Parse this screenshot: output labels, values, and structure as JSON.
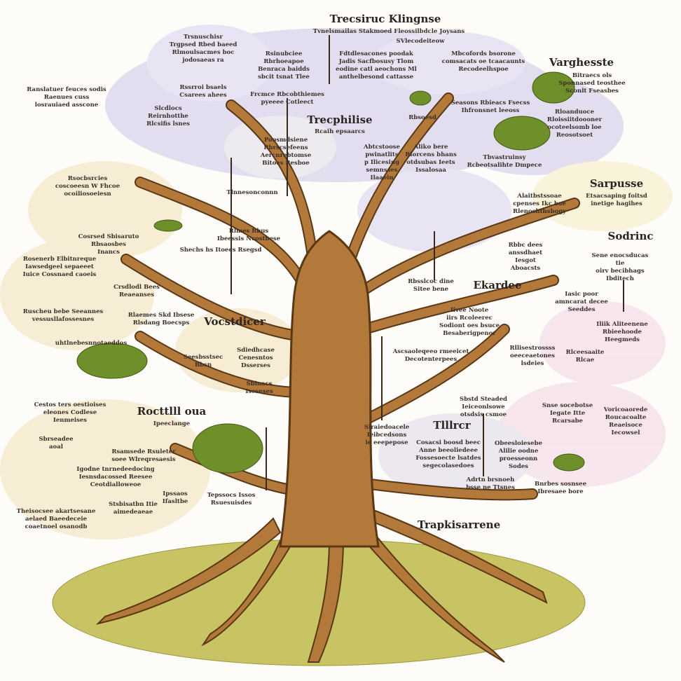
{
  "title": "Trecsiruc Klingnse",
  "headings": [
    "Trecsiruc Klingnse",
    "Varghesste",
    "Trecphilise",
    "Sarpusse",
    "Sodrinc",
    "Ekardee",
    "Vocstdicer",
    "Rocttlll oua",
    "Tlllrcr",
    "Trapkisarrene"
  ],
  "notes": [
    "Tvnelsmailas Stakmoed Fleossilbdcle Joysans",
    "SVlecodeiteow",
    "Fdtdlesacones poodak\nJadis Sacfbosusy Tlom\neodine catl aeochons Ml\nanthelbesond cattasse",
    "Mbcofords bsorone\ncomsacats oe tcaacaunts\nRecodeelhspoe",
    "Trsnuschisr\nTrgpsed Rbed baeed\nRlmoulsacmes boc\njodosaeas ra",
    "Rsinubciee\nRbrhoeapoe\nBenraca baidds\nsbcit tsnat Tlee",
    "Ranslatuer feuces sodis\nRaenues cuss\nlosrauiaed asscone",
    "Rssrroi bsaels\nCsarees ahees",
    "Frcmce Rbcobthiemes\npyeeee Cotleect",
    "Slcdlocs\nReirnhotthe\nRlcsifis lsnes",
    "Poosmdsiene\nRbrscsefeens\nAercnrebtomse\nBitoes Resboe",
    "Rcaih epsaarcs",
    "Abtcstoose\npwinatlits\np Ilicesing\nsemnsses\nIlaaein",
    "Aliko bere\nRlorcens bhans\notdsubas Ieets\nIssalosaa",
    "Seasons Rbieacs Fsecss\nIhfronsnet leeoss",
    "Rbsoesd",
    "Bitraecs ols\nSponnased teosthee\nSconlt Fseasbes",
    "Rloanduoce\nRloissiitdoooner\nocoteelsomb loe\nReosotsoet",
    "Tbvastruinsy\nRcbeotsalihte Dmpece",
    "Alaitbstssoae\ncpenses Ikc bae\nRlenoshthsbogy",
    "Etsacsaping foitsd\ninetige hagihes",
    "Sene enocsducas tie\noirv becibhags\nIbditech",
    "Rbbc dees\nanssdhaet\nIesgot\nAboacsts",
    "Rbsslcoc dine\nSitee bene",
    "Iasic poor\namncarat decee\nSeeddes",
    "Iliik Aliteenene\nRbieehoode\nHeegmeds",
    "Iivee Noote\niirs Rcoleerec\nSodiont oes bsuce\nBesaberigpenor",
    "Ascsaoleqeeo rmeeicet\nDecotenterpees",
    "Rllisestrossss\noeeceaetones\nlsdeies",
    "Rlceesaaite\nRlcae",
    "Sbstd Steaded\nIeiceonlsowe\notsdsis csmoe",
    "Snse socebotse\nIegate Itte\nRcarsabe",
    "Voricoaorede\nRoucacoalte\nReaeisoce\nIecowsel",
    "Cosacsi boosd beec\nAnne beeoliedeee\nFossesoecte lsatdes\nsegecolasedoes",
    "Obeesloiesebe\nAlilie oodne\nproesseonn\nSodes",
    "Adrtn brsnoeh\nbsse ne Ttsnes",
    "Bnrbes sosnsee\nIbresaee bore",
    "Siraiedoacele\nIeibcedsons\nie eeepepose",
    "Rsocbsrcies\ncoscoeesn W Fhcoe\nocoiliosoeiesn",
    "Cosrsed Sbisaruto\nRbsaosbes\nInancs",
    "Rosenerb Elbitnreque\nIawsedgeel sepaeeet\nIuice Cossnaed caoeis",
    "Crsdlodl Bees\nReaeanses",
    "Ruscheu bebe Seeannes\nvessusllafossesnes",
    "uhtlnebesnnotaeddos",
    "Rlaemes Skd Ibsese\nRlsdang Boecsps",
    "Cestos ters oestioises\neleones Codlese\nIenmeises",
    "Ipeeclange",
    "Sbrseadee\naoal",
    "Rsamsede Rsuleter\nsoee Wlreqresaesis",
    "Igodne tnrnedeedocing\nIesnsdacossed Reesee\nCeotdialloweoe",
    "Stsbisatbn Itie\naimedeaeae",
    "Theisocsee akartsesane\naelaed Baeedeceie\ncoaetnoel osanodb",
    "Tlnnesonconnn",
    "Rlmes Rbus\nIbeessis Ncostbese",
    "Shechs hs Itoees Rsegsd",
    "Sdiedhcase\nCenesntos\nDsserses",
    "Seesbsstsec\nBbsn",
    "Sbinacs\nIseseses",
    "Tepssocs Issos\nRsuesuisdes",
    "Ipssaos\nIfasltbe"
  ],
  "colors": {
    "bark": "#b3793a",
    "bark_dark": "#5a3715",
    "ground": "#c9c463",
    "cloud_lavender": "#d9d4ee",
    "cloud_cream": "#f4e8c8",
    "cloud_pink": "#f4dfe9",
    "foliage": "#6f8f2a"
  }
}
